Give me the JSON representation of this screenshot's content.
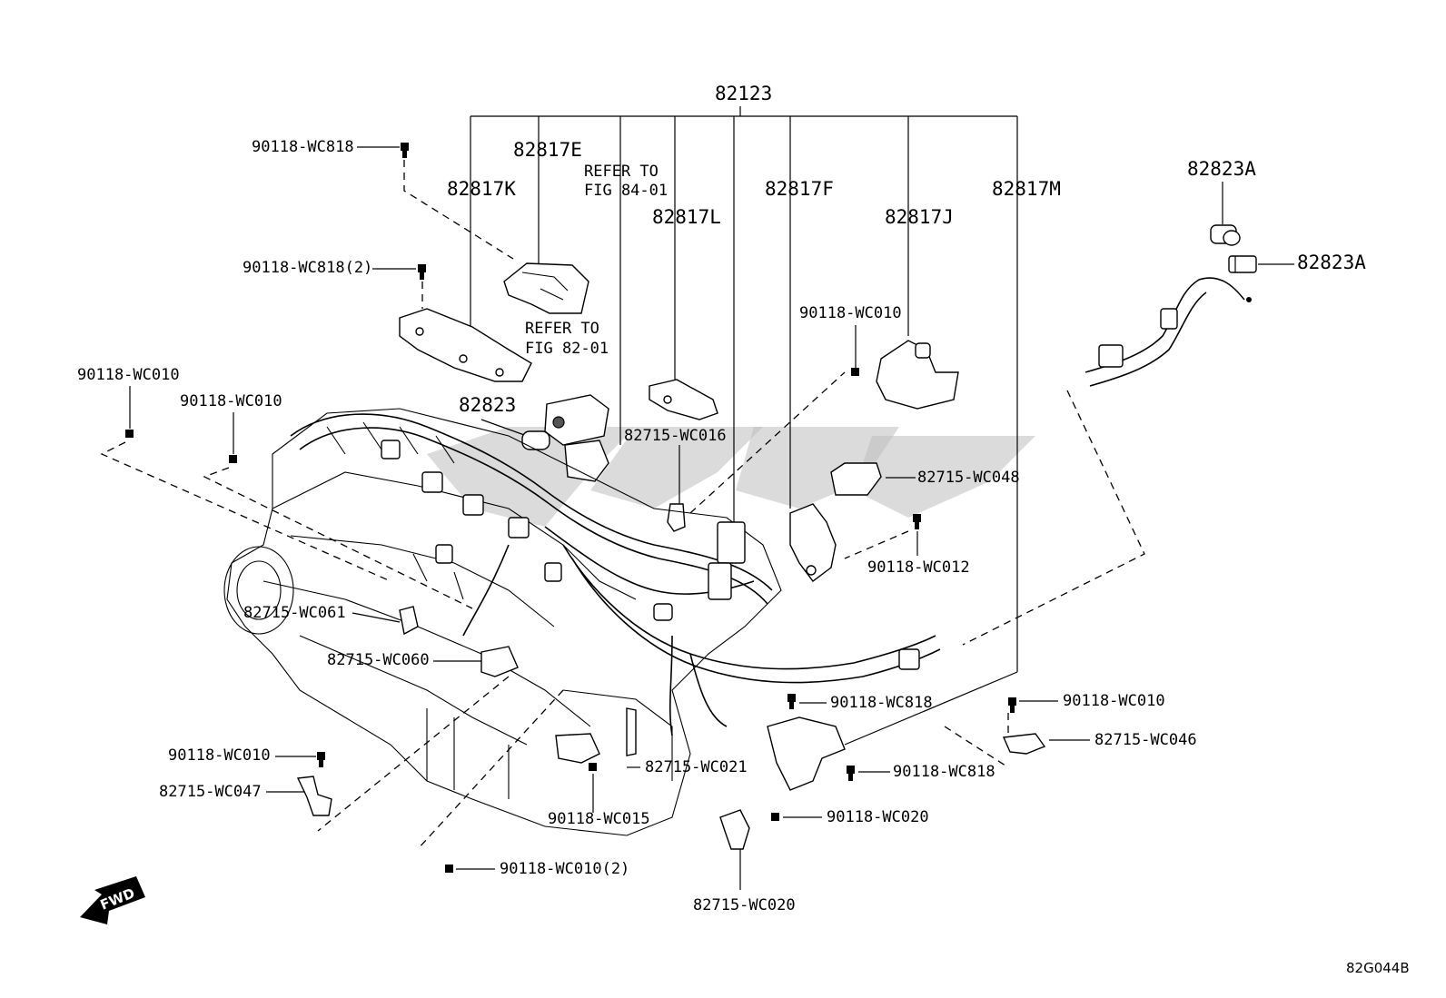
{
  "figure_code": "82G044B",
  "fwd_label": "FWD",
  "assembly": {
    "number": "82123"
  },
  "labels": {
    "l_82817E": "82817E",
    "l_82817K": "82817K",
    "l_82817L": "82817L",
    "l_82817F": "82817F",
    "l_82817J": "82817J",
    "l_82817M": "82817M",
    "l_82823A_1": "82823A",
    "l_82823A_2": "82823A",
    "l_82823": "82823",
    "ref1_a": "REFER TO",
    "ref1_b": "FIG 84-01",
    "ref2_a": "REFER TO",
    "ref2_b": "FIG 82-01",
    "l_90118_WC818_top": "90118-WC818",
    "l_90118_WC818_2": "90118-WC818(2)",
    "l_90118_WC010_a": "90118-WC010",
    "l_90118_WC010_b": "90118-WC010",
    "l_90118_WC010_c": "90118-WC010",
    "l_90118_WC010_d": "90118-WC010",
    "l_90118_WC010_e": "90118-WC010",
    "l_90118_WC010_2": "90118-WC010(2)",
    "l_82715_WC016": "82715-WC016",
    "l_82715_WC048": "82715-WC048",
    "l_90118_WC012": "90118-WC012",
    "l_82715_WC061": "82715-WC061",
    "l_82715_WC060": "82715-WC060",
    "l_90118_WC818_mid": "90118-WC818",
    "l_90118_WC818_low": "90118-WC818",
    "l_82715_WC046": "82715-WC046",
    "l_82715_WC021": "82715-WC021",
    "l_82715_WC047": "82715-WC047",
    "l_90118_WC015": "90118-WC015",
    "l_90118_WC020": "90118-WC020",
    "l_82715_WC020": "82715-WC020"
  }
}
